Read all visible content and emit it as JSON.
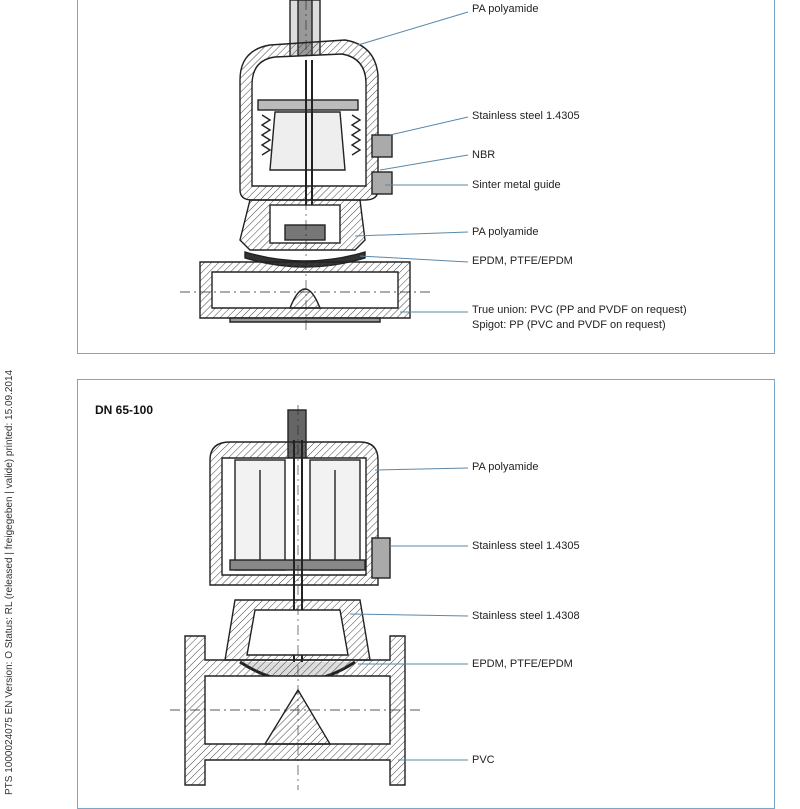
{
  "side_text": "PTS  1000024075  EN  Version: O  Status: RL (released | freigegeben | valide)  printed: 15.09.2014",
  "top_section": {
    "labels": {
      "pa_polyamide_1": "PA polyamide",
      "stainless_1": "Stainless steel 1.4305",
      "nbr": "NBR",
      "sinter": "Sinter metal guide",
      "pa_polyamide_2": "PA polyamide",
      "epdm": "EPDM, PTFE/EPDM",
      "true_union": "True union: PVC (PP and PVDF on request)",
      "spigot": "Spigot: PP (PVC and PVDF on request)"
    }
  },
  "bottom_section": {
    "title": "DN 65-100",
    "labels": {
      "pa_polyamide": "PA polyamide",
      "stainless_1": "Stainless steel 1.4305",
      "stainless_2": "Stainless steel 1.4308",
      "epdm": "EPDM, PTFE/EPDM",
      "pvc": "PVC"
    }
  }
}
